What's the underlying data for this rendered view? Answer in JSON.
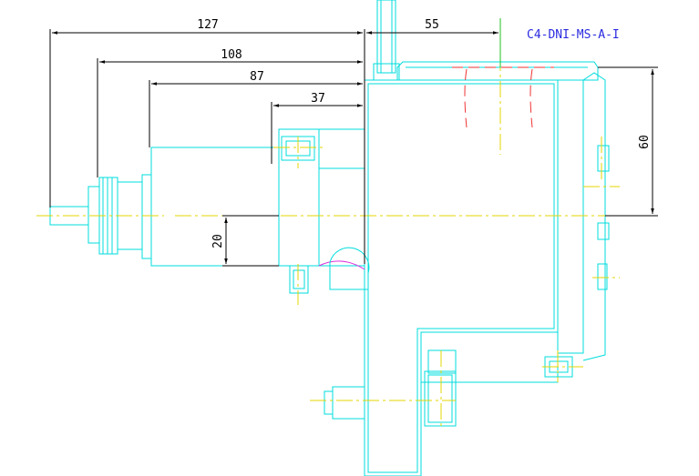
{
  "drawing": {
    "part_code": "C4-DNI-MS-A-I",
    "colors": {
      "outline": "#00dcdc",
      "dimension": "#000000",
      "centerline": "#e3d600",
      "hidden": "#ee3333",
      "title": "#2a2ae0"
    },
    "dimensions": {
      "d127": "127",
      "d108": "108",
      "d87": "87",
      "d37": "37",
      "d55": "55",
      "d60": "60",
      "d20": "20"
    }
  }
}
